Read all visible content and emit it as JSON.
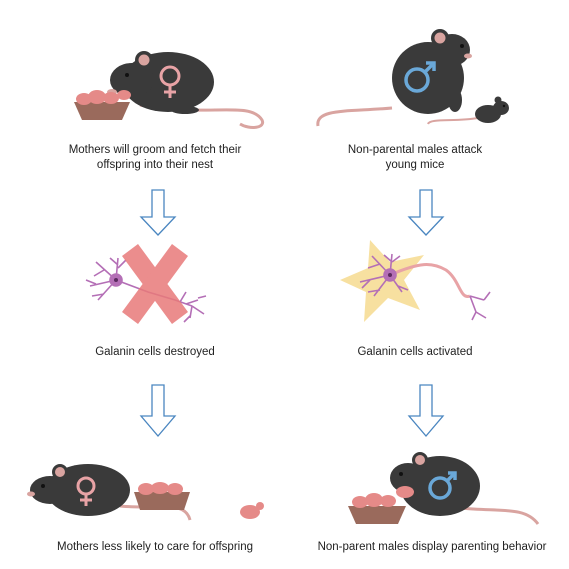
{
  "left": {
    "caption_top": "Mothers will groom and fetch their\noffspring into their nest",
    "caption_mid": "Galanin cells destroyed",
    "caption_bottom": "Mothers less likely to care for offspring"
  },
  "right": {
    "caption_top": "Non-parental males attack\nyoung mice",
    "caption_mid": "Galanin cells activated",
    "caption_bottom": "Non-parent males display parenting behavior"
  },
  "colors": {
    "mouse_body": "#3a3a3a",
    "mouse_ear": "#d9a4a0",
    "pup": "#e58a88",
    "nest": "#9a6a5c",
    "female_symbol": "#e8a3a6",
    "male_symbol": "#6aa8d8",
    "neuron": "#b46fb6",
    "cross": "#e87a7a",
    "star": "#f7e0a0",
    "arrow_outline": "#4a86c0"
  }
}
